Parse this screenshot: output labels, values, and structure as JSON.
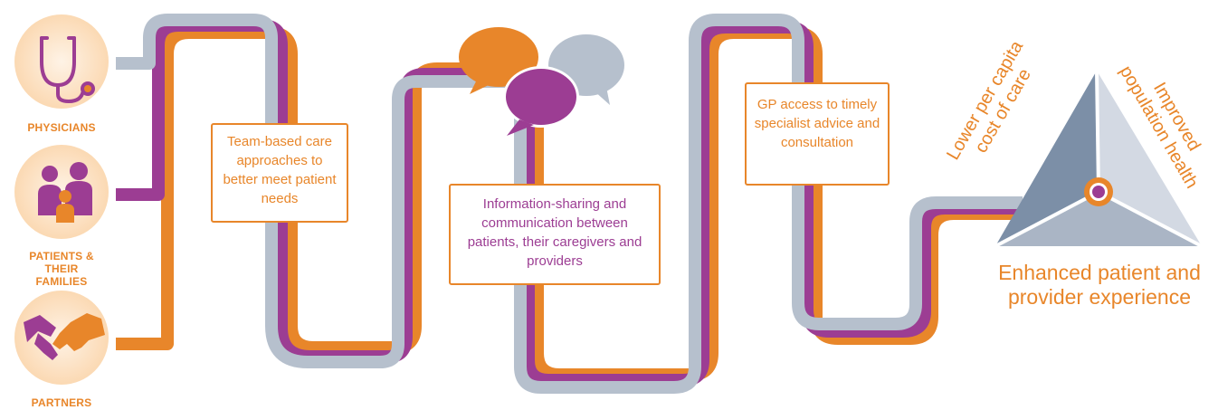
{
  "stakeholders": [
    {
      "id": "physicians",
      "label": "PHYSICIANS",
      "icon": "stethoscope-icon"
    },
    {
      "id": "patients",
      "label": "PATIENTS & THEIR FAMILIES",
      "icon": "family-icon"
    },
    {
      "id": "partners",
      "label": "PARTNERS",
      "icon": "handshake-icon"
    }
  ],
  "stages": [
    {
      "id": "team-based-care",
      "text": "Team-based care approaches to better meet patient needs"
    },
    {
      "id": "info-sharing",
      "text": "Information-sharing and communication between patients, their caregivers and providers"
    },
    {
      "id": "gp-access",
      "text": "GP access to timely specialist advice and consultation"
    }
  ],
  "outcomes": {
    "cost": "Lower per capita cost of care",
    "population": "Improved population health",
    "experience": "Enhanced patient and provider experience"
  },
  "colors": {
    "orange": "#e8862a",
    "purple": "#9c3d93",
    "grey": "#b6c0cd",
    "circle_bg": "#fce2c6",
    "tri_dark": "#7c8fa7",
    "tri_light": "#d3d9e3",
    "tri_mid": "#aab5c5"
  }
}
